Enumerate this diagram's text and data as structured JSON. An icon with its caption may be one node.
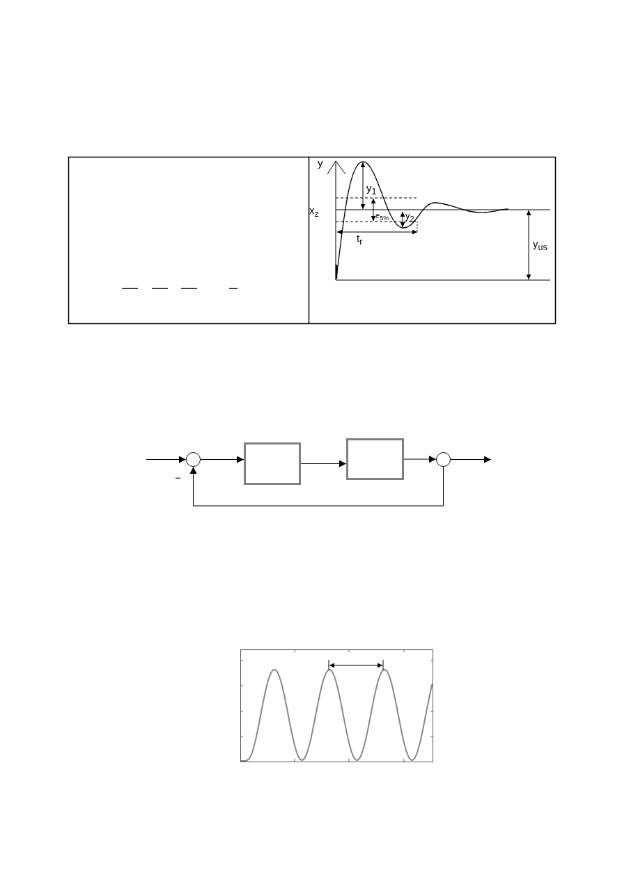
{
  "diagram": {
    "nodes": [
      {
        "text": [],
        "shape": "circle"
      },
      {
        "text": [],
        "shape": "box"
      },
      {
        "text": [],
        "shape": "box"
      },
      {
        "text": [],
        "shape": "circle"
      }
    ],
    "edges": [
      {
        "from": null,
        "to": 0,
        "arrow": "to"
      },
      {
        "from": 0,
        "to": 1,
        "arrow": "to"
      },
      {
        "from": 1,
        "to": 2,
        "arrow": "to"
      },
      {
        "from": 2,
        "to": 3,
        "arrow": "to"
      },
      {
        "from": 3,
        "to": null,
        "arrow": "to"
      },
      {
        "from": 3,
        "to": 0,
        "arrow": "to"
      }
    ],
    "labels": [
      "y",
      "y$_{1}$",
      "x$_{z}$",
      "e$_{5%}$",
      "y$_{2}$",
      "t$_{r}$",
      "y$_{us}$",
      "−"
    ]
  }
}
